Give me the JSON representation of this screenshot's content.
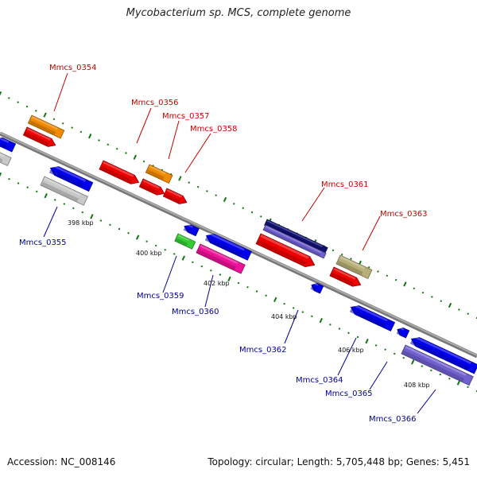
{
  "title": "Mycobacterium sp. MCS, complete genome",
  "footer": {
    "accession": "Accession: NC_008146",
    "summary": "Topology: circular; Length: 5,705,448 bp; Genes: 5,451"
  },
  "axis_ticks": [
    "398 kbp",
    "400 kbp",
    "402 kbp",
    "404 kbp",
    "406 kbp",
    "408 kbp"
  ],
  "colors": {
    "red": "#ee0000",
    "orange": "#f08a00",
    "blue": "#0000ee",
    "grey": "#c8c8c8",
    "green": "#33cc33",
    "magenta": "#ee1199",
    "navy": "#101070",
    "lavender": "#7060d0",
    "khaki": "#b8ae78",
    "backbone": "#8a8a8a",
    "tick_green": "#117711",
    "label_red": "#cc0000",
    "label_blue": "#000099"
  },
  "genes": [
    {
      "name": "Mmcs_0354",
      "strand": "forward"
    },
    {
      "name": "Mmcs_0355",
      "strand": "reverse"
    },
    {
      "name": "Mmcs_0356",
      "strand": "forward"
    },
    {
      "name": "Mmcs_0357",
      "strand": "forward"
    },
    {
      "name": "Mmcs_0358",
      "strand": "forward"
    },
    {
      "name": "Mmcs_0359",
      "strand": "reverse"
    },
    {
      "name": "Mmcs_0360",
      "strand": "reverse"
    },
    {
      "name": "Mmcs_0361",
      "strand": "forward"
    },
    {
      "name": "Mmcs_0362",
      "strand": "reverse"
    },
    {
      "name": "Mmcs_0363",
      "strand": "forward"
    },
    {
      "name": "Mmcs_0364",
      "strand": "reverse"
    },
    {
      "name": "Mmcs_0365",
      "strand": "reverse"
    },
    {
      "name": "Mmcs_0366",
      "strand": "reverse"
    }
  ]
}
